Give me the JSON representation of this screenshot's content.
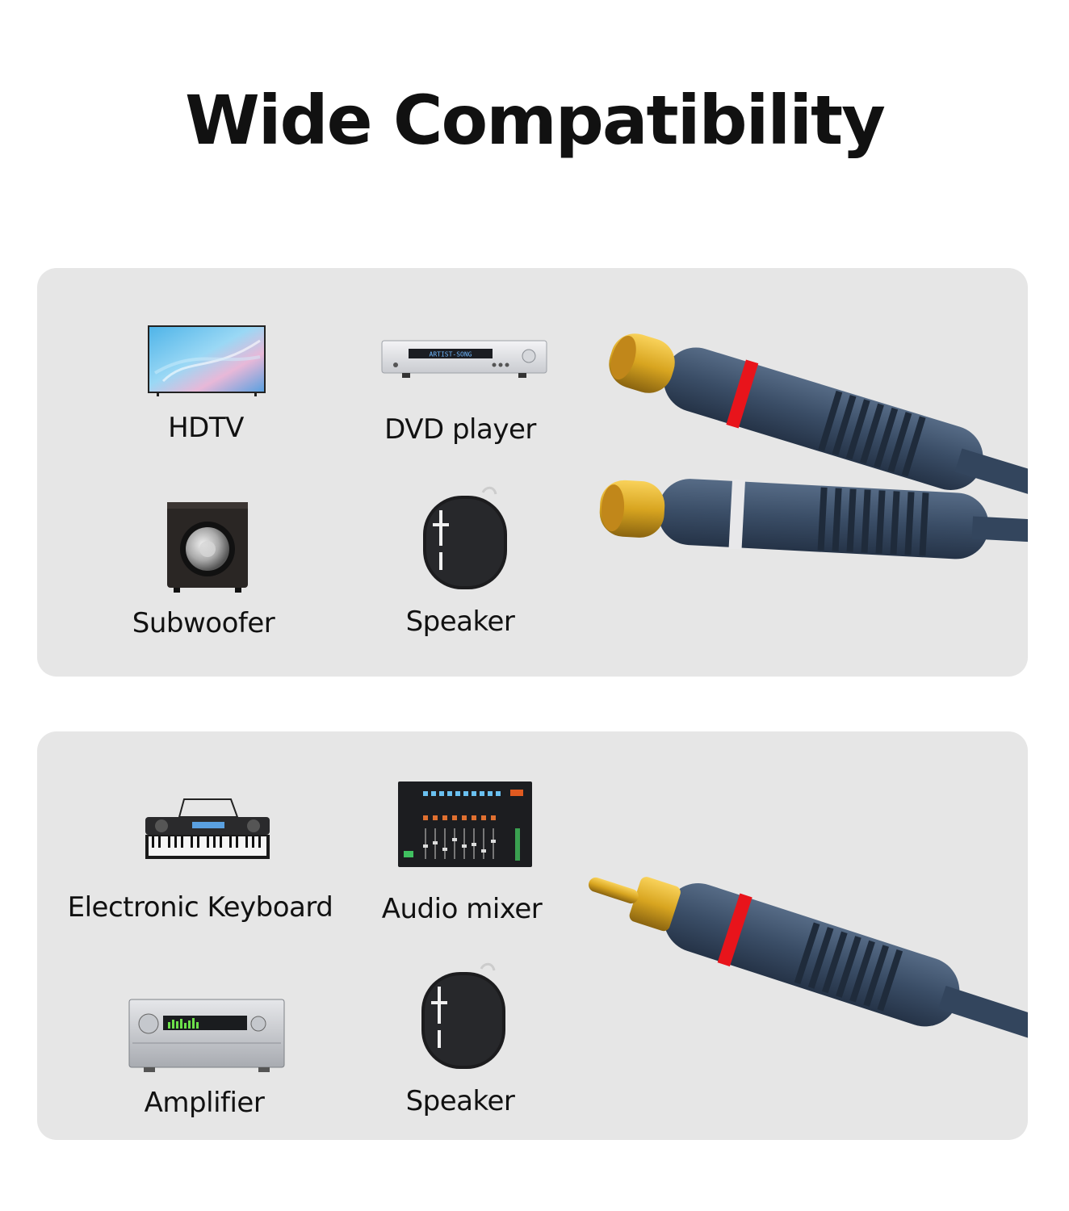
{
  "page": {
    "title": "Wide Compatibility"
  },
  "panels": [
    {
      "devices": [
        {
          "label": "HDTV",
          "icon": "tv-icon"
        },
        {
          "label": "DVD player",
          "icon": "dvd-player-icon"
        },
        {
          "label": "Subwoofer",
          "icon": "subwoofer-icon"
        },
        {
          "label": "Speaker",
          "icon": "speaker-icon"
        }
      ],
      "cable": {
        "icon": "rca-female-connectors-icon",
        "stripe_colors": [
          "#e8141b",
          "#e8e8ea"
        ]
      }
    },
    {
      "devices": [
        {
          "label": "Electronic Keyboard",
          "icon": "keyboard-icon"
        },
        {
          "label": "Audio mixer",
          "icon": "audio-mixer-icon"
        },
        {
          "label": "Amplifier",
          "icon": "amplifier-icon"
        },
        {
          "label": "Speaker",
          "icon": "speaker-icon"
        }
      ],
      "cable": {
        "icon": "rca-male-connector-icon",
        "stripe_colors": [
          "#e8141b"
        ]
      }
    }
  ],
  "screen_texts": {
    "dvd_display": "ARTIST-SONG"
  },
  "colors": {
    "panel_bg": "#e6e6e6",
    "cable_blue": "#3a4d66",
    "gold": "#d8a520"
  }
}
